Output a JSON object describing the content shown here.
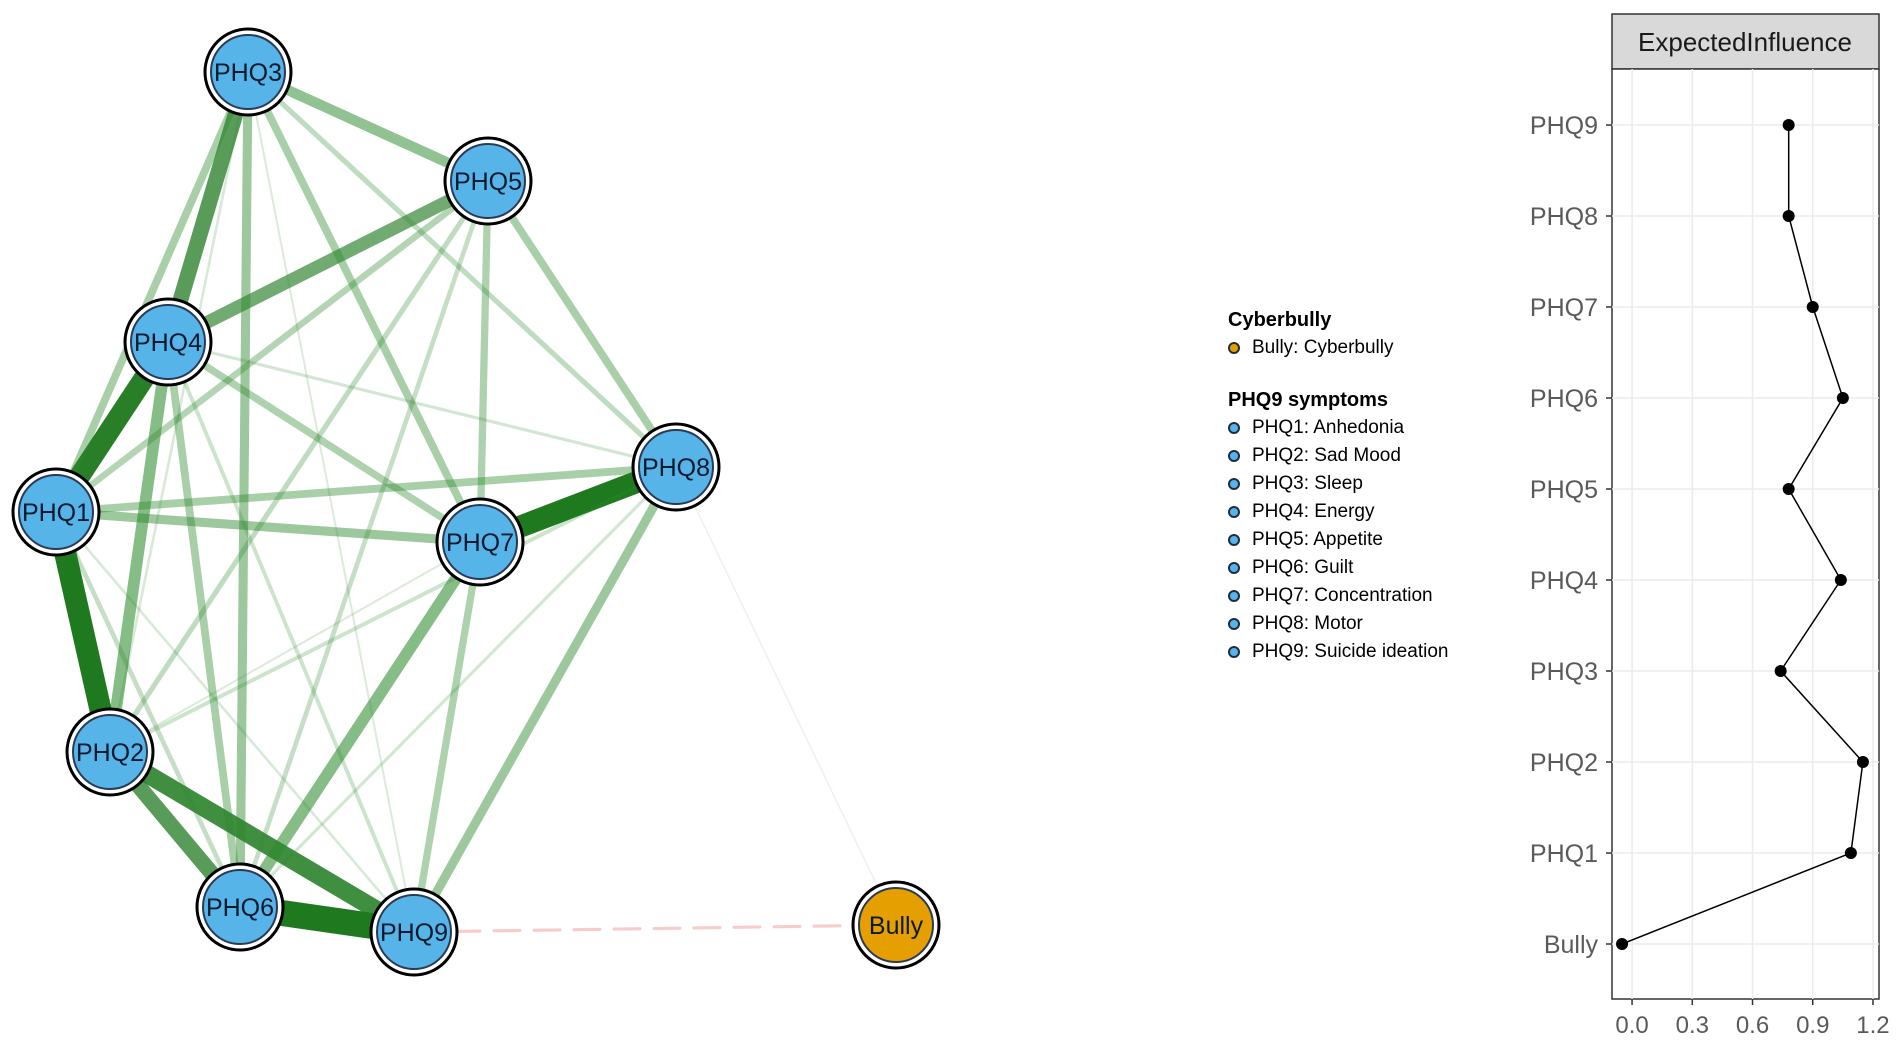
{
  "colors": {
    "node_phq": "#56b4e9",
    "node_bully": "#e69f00",
    "edge_positive": "#2d8a2d",
    "edge_negative": "#f6b7b7",
    "panel_header_bg": "#d9d9d9",
    "grid": "#ebebeb"
  },
  "network": {
    "nodes": [
      {
        "id": "PHQ3",
        "label": "PHQ3",
        "group": "phq"
      },
      {
        "id": "PHQ5",
        "label": "PHQ5",
        "group": "phq"
      },
      {
        "id": "PHQ4",
        "label": "PHQ4",
        "group": "phq"
      },
      {
        "id": "PHQ8",
        "label": "PHQ8",
        "group": "phq"
      },
      {
        "id": "PHQ1",
        "label": "PHQ1",
        "group": "phq"
      },
      {
        "id": "PHQ7",
        "label": "PHQ7",
        "group": "phq"
      },
      {
        "id": "PHQ2",
        "label": "PHQ2",
        "group": "phq"
      },
      {
        "id": "PHQ6",
        "label": "PHQ6",
        "group": "phq"
      },
      {
        "id": "PHQ9",
        "label": "PHQ9",
        "group": "phq"
      },
      {
        "id": "Bully",
        "label": "Bully",
        "group": "bully"
      }
    ],
    "edges": [
      {
        "from": "PHQ6",
        "to": "PHQ9",
        "weight": 1.0
      },
      {
        "from": "PHQ1",
        "to": "PHQ2",
        "weight": 0.85
      },
      {
        "from": "PHQ7",
        "to": "PHQ8",
        "weight": 0.85
      },
      {
        "from": "PHQ1",
        "to": "PHQ4",
        "weight": 0.8
      },
      {
        "from": "PHQ2",
        "to": "PHQ9",
        "weight": 0.7
      },
      {
        "from": "PHQ3",
        "to": "PHQ4",
        "weight": 0.6
      },
      {
        "from": "PHQ2",
        "to": "PHQ6",
        "weight": 0.6
      },
      {
        "from": "PHQ4",
        "to": "PHQ5",
        "weight": 0.5
      },
      {
        "from": "PHQ2",
        "to": "PHQ4",
        "weight": 0.45
      },
      {
        "from": "PHQ6",
        "to": "PHQ7",
        "weight": 0.45
      },
      {
        "from": "PHQ3",
        "to": "PHQ5",
        "weight": 0.4
      },
      {
        "from": "PHQ3",
        "to": "PHQ6",
        "weight": 0.35
      },
      {
        "from": "PHQ1",
        "to": "PHQ7",
        "weight": 0.35
      },
      {
        "from": "PHQ8",
        "to": "PHQ9",
        "weight": 0.35
      },
      {
        "from": "PHQ1",
        "to": "PHQ8",
        "weight": 0.3
      },
      {
        "from": "PHQ3",
        "to": "PHQ1",
        "weight": 0.3
      },
      {
        "from": "PHQ5",
        "to": "PHQ8",
        "weight": 0.3
      },
      {
        "from": "PHQ4",
        "to": "PHQ6",
        "weight": 0.3
      },
      {
        "from": "PHQ3",
        "to": "PHQ7",
        "weight": 0.3
      },
      {
        "from": "PHQ4",
        "to": "PHQ7",
        "weight": 0.28
      },
      {
        "from": "PHQ7",
        "to": "PHQ9",
        "weight": 0.28
      },
      {
        "from": "PHQ5",
        "to": "PHQ7",
        "weight": 0.28
      },
      {
        "from": "PHQ5",
        "to": "PHQ1",
        "weight": 0.25
      },
      {
        "from": "PHQ5",
        "to": "PHQ2",
        "weight": 0.2
      },
      {
        "from": "PHQ3",
        "to": "PHQ8",
        "weight": 0.2
      },
      {
        "from": "PHQ5",
        "to": "PHQ6",
        "weight": 0.18
      },
      {
        "from": "PHQ1",
        "to": "PHQ6",
        "weight": 0.18
      },
      {
        "from": "PHQ8",
        "to": "PHQ2",
        "weight": 0.15
      },
      {
        "from": "PHQ4",
        "to": "PHQ9",
        "weight": 0.15
      },
      {
        "from": "PHQ8",
        "to": "PHQ6",
        "weight": 0.12
      },
      {
        "from": "PHQ4",
        "to": "PHQ8",
        "weight": 0.12
      },
      {
        "from": "PHQ3",
        "to": "PHQ2",
        "weight": 0.1
      },
      {
        "from": "PHQ1",
        "to": "PHQ9",
        "weight": 0.1
      },
      {
        "from": "PHQ3",
        "to": "PHQ9",
        "weight": 0.08
      },
      {
        "from": "PHQ2",
        "to": "PHQ7",
        "weight": 0.08
      },
      {
        "from": "PHQ8",
        "to": "Bully",
        "weight": 0.02
      },
      {
        "from": "PHQ9",
        "to": "Bully",
        "weight": -0.12
      }
    ]
  },
  "legend": {
    "groups": [
      {
        "title": "Cyberbully",
        "color": "#e69f00",
        "items": [
          "Bully: Cyberbully"
        ]
      },
      {
        "title": "PHQ9 symptoms",
        "color": "#56b4e9",
        "items": [
          "PHQ1: Anhedonia",
          "PHQ2: Sad Mood",
          "PHQ3: Sleep",
          "PHQ4: Energy",
          "PHQ5: Appetite",
          "PHQ6: Guilt",
          "PHQ7: Concentration",
          "PHQ8: Motor",
          "PHQ9: Suicide ideation"
        ]
      }
    ]
  },
  "chart_data": {
    "type": "line",
    "title": "ExpectedInfluence",
    "categories": [
      "PHQ9",
      "PHQ8",
      "PHQ7",
      "PHQ6",
      "PHQ5",
      "PHQ4",
      "PHQ3",
      "PHQ2",
      "PHQ1",
      "Bully"
    ],
    "values": [
      0.78,
      0.78,
      0.9,
      1.05,
      0.78,
      1.04,
      0.74,
      1.15,
      1.09,
      -0.05
    ],
    "xticks": [
      "0.0",
      "0.3",
      "0.6",
      "0.9",
      "1.2"
    ],
    "xlim": [
      -0.1,
      1.23
    ],
    "grid": true
  }
}
